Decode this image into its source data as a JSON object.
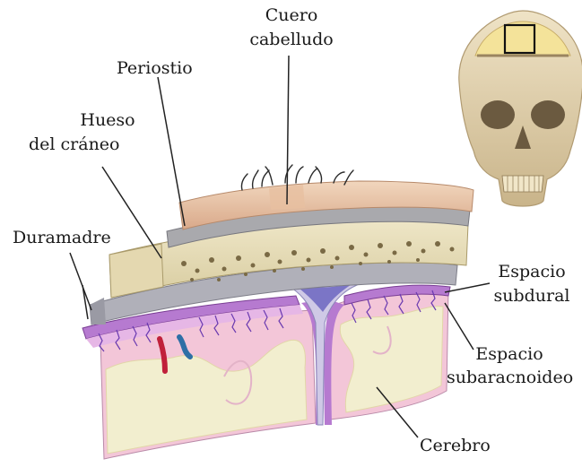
{
  "labels": {
    "scalp_line1": "Cuero",
    "scalp_line2": "cabelludo",
    "periosteum": "Periostio",
    "skull_line1": "Hueso",
    "skull_line2": "del cráneo",
    "dura": "Duramadre",
    "subdural_line1": "Espacio",
    "subdural_line2": "subdural",
    "subarachnoid_line1": "Espacio",
    "subarachnoid_line2": "subaracnoideo",
    "brain": "Cerebro"
  },
  "colors": {
    "scalp": "#e9c4a6",
    "periosteum": "#a9a9ad",
    "bone": "#e6dcb8",
    "bone_pore": "#7a6a45",
    "dura": "#a8a8b2",
    "arachnoid": "#c68ad6",
    "pia": "#f2c7dc",
    "gray_matter": "#f3c6d8",
    "white_matter": "#f2eecf",
    "vessel": "#6a3ab0",
    "line": "#222222"
  }
}
